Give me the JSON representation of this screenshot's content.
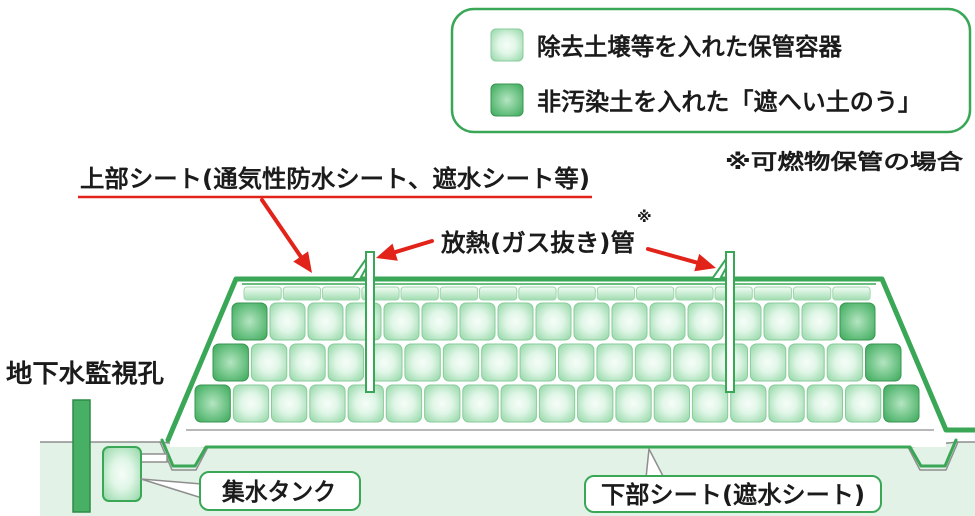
{
  "legend": {
    "items": [
      {
        "label": "除去土壌等を入れた保管容器"
      },
      {
        "label": "非汚染土を入れた「遮へい土のう」"
      }
    ]
  },
  "note": "※可燃物保管の場合",
  "labels": {
    "upper_sheet": "上部シート(通気性防水シート、遮水シート等)",
    "vent_pipe": "放熱(ガス抜き)管",
    "vent_pipe_mark": "※",
    "monitoring_well": "地下水監視孔",
    "collection_tank": "集水タンク",
    "lower_sheet": "下部シート(遮水シート)"
  },
  "colors": {
    "sheet_green": "#3aa757",
    "arrow_red": "#e2231a",
    "container_light": "#9fdcb0",
    "container_dark": "#47b064",
    "ground": "#e3f2e7",
    "outline_gray": "#8e8e8e"
  }
}
